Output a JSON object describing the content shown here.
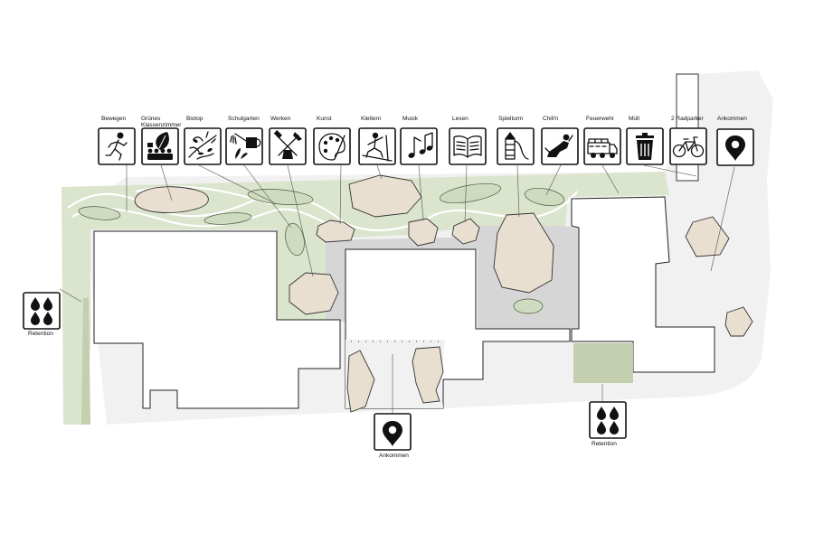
{
  "icons": [
    {
      "key": "bewegen",
      "label": "Bewegen",
      "icon": "running-person-icon"
    },
    {
      "key": "gruenes",
      "label": "Grünes",
      "label2": "Klassenzimmer",
      "icon": "tree-and-class-icon"
    },
    {
      "key": "biotop",
      "label": "Biotop",
      "icon": "biotope-plants-icon"
    },
    {
      "key": "schulgarten",
      "label": "Schulgarten",
      "icon": "watering-can-icon"
    },
    {
      "key": "werken",
      "label": "Werken",
      "icon": "tools-icon"
    },
    {
      "key": "kunst",
      "label": "Kunst",
      "icon": "paint-palette-icon"
    },
    {
      "key": "klettern",
      "label": "Klettern",
      "icon": "climbing-person-icon"
    },
    {
      "key": "musik",
      "label": "Musik",
      "icon": "music-notes-icon"
    },
    {
      "key": "lesen",
      "label": "Lesen",
      "icon": "open-book-icon"
    },
    {
      "key": "spielturm",
      "label": "Spielturm",
      "icon": "play-tower-slide-icon"
    },
    {
      "key": "chillen",
      "label": "Chill'n",
      "icon": "lounging-person-icon"
    },
    {
      "key": "feuerwehr",
      "label": "Feuerwehr",
      "icon": "fire-truck-icon"
    },
    {
      "key": "muell",
      "label": "Müll",
      "icon": "trash-bin-icon"
    },
    {
      "key": "radparker",
      "label": "2 Radparker",
      "icon": "bicycle-icon"
    },
    {
      "key": "ankommen_top",
      "label": "Ankommen",
      "icon": "map-pin-icon"
    }
  ],
  "markers": {
    "retention_left": {
      "label": "Retention",
      "icon": "rain-drops-icon"
    },
    "ankommen_bottom": {
      "label": "Ankommen",
      "icon": "map-pin-icon"
    },
    "retention_right": {
      "label": "Retention",
      "icon": "rain-drops-icon"
    }
  },
  "colors": {
    "green_area": "#dbe4cc",
    "green_lens": "#cfdbbf",
    "stone": "#e9dfd0",
    "paving": "#d6d6d6",
    "ground": "#f1f1f1",
    "retention": "#c3cfae"
  }
}
